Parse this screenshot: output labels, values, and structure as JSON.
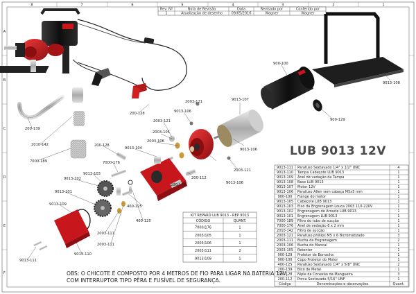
{
  "revision": {
    "headers": [
      "Rev. Nº",
      "Nota de Revisão",
      "Data",
      "Revisado por",
      "Conferido por"
    ],
    "row": [
      "1",
      "Atualização de desenho",
      "09/05/2016",
      "Wagner",
      "Wagner"
    ]
  },
  "product_title": "LUB 9013 12V",
  "parts": [
    {
      "code": "9013-111",
      "desc": "Parafuso Sextavado 1/4\" x 1/2\" UNC",
      "qty": "4"
    },
    {
      "code": "9013-110",
      "desc": "Tampa Cabeçote LUB 9013",
      "qty": "1"
    },
    {
      "code": "9013-109",
      "desc": "Anel de vedação da Tampa",
      "qty": "1"
    },
    {
      "code": "9013-108",
      "desc": "Base LUB 9013",
      "qty": "1"
    },
    {
      "code": "9013-107",
      "desc": "Motor 12V",
      "qty": "1"
    },
    {
      "code": "9013-106",
      "desc": "Parafuso Allen sem cabeça M5x5 mm",
      "qty": "1"
    },
    {
      "code": "900-100",
      "desc": "Flange do motor",
      "qty": "1"
    },
    {
      "code": "9013-105",
      "desc": "Cabeçote LUB 9013",
      "qty": "1"
    },
    {
      "code": "9013-103",
      "desc": "Eixo da Engrenagem Louca 2003 110-220V",
      "qty": "1"
    },
    {
      "code": "9013-102",
      "desc": "Engrenagem de Arraste LUB 9013",
      "qty": "1"
    },
    {
      "code": "9013-101",
      "desc": "Engrenagem LUB 9013",
      "qty": "1"
    },
    {
      "code": "7000-189",
      "desc": "Filtro do tubo de sucção",
      "qty": "1"
    },
    {
      "code": "7000-176",
      "desc": "Anel de vedação 8 x 2 mm",
      "qty": "1"
    },
    {
      "code": "2010-142",
      "desc": "Filtro de sucção",
      "qty": "1"
    },
    {
      "code": "2003-121",
      "desc": "Parafuso phillips M5 x 6 Bicromatizado",
      "qty": "3"
    },
    {
      "code": "2003-111",
      "desc": "Bucha da Engrenagem",
      "qty": "2"
    },
    {
      "code": "2003-106",
      "desc": "Bucha do Mancal",
      "qty": "1"
    },
    {
      "code": "2003-105",
      "desc": "Retentor",
      "qty": "1"
    },
    {
      "code": "900-129",
      "desc": "Protetor de Borracha",
      "qty": "1"
    },
    {
      "code": "900-100",
      "desc": "Copo Protetor do Motor",
      "qty": "1"
    },
    {
      "code": "400-125",
      "desc": "Parafuso Sextavado 1/4\" x 5/8\" UNC",
      "qty": "2"
    },
    {
      "code": "200-139",
      "desc": "Bico de Metal",
      "qty": "1"
    },
    {
      "code": "200-128",
      "desc": "Niple da Conexão da Mangueira",
      "qty": "3"
    },
    {
      "code": "200-112",
      "desc": "Porca Sextavada 5/16\" UNF",
      "qty": "1"
    }
  ],
  "parts_footer": [
    "Código",
    "Denominações  e  observações",
    "Quant."
  ],
  "kit": {
    "title": "KIT REPARO LUB 9013 - REP 9013",
    "headers": [
      "CÓDIGO",
      "QUANT."
    ],
    "rows": [
      {
        "code": "7000/176",
        "qty": "1"
      },
      {
        "code": "2003/105",
        "qty": "1"
      },
      {
        "code": "2003/106",
        "qty": "1"
      },
      {
        "code": "2003/111",
        "qty": "2"
      },
      {
        "code": "9013/109",
        "qty": "1"
      }
    ]
  },
  "obs": [
    "OBS: O CHICOTE É COMPOSTO POR 4 METROS DE FIO PARA LIGAR NA BATERIA 12V,",
    "COM INTERRUPTOR TIPO PÊRA E FUSÍVEL DE SEGURANÇA."
  ],
  "callouts": {
    "c_900_100": "900-100",
    "c_9013_108": "9013-108",
    "c_900_129": "900-129",
    "c_9013_107": "9013-107",
    "c_2003_121a": "2003-121",
    "c_9013_106a": "9013-106",
    "c_2003_121b": "2003-121",
    "c_2003_105": "2003-105",
    "c_2003_106": "2003-106",
    "c_9013_104": "9013-104",
    "c_9013_106b": "9013-106",
    "c_2003_121c": "2003-121",
    "c_9013_106c": "9013-106",
    "c_200_112": "200-112",
    "c_200_128a": "200-128",
    "c_200_128b": "200-128",
    "c_200_128c": "200-128",
    "c_200_139": "200-139",
    "c_2010_142": "2010-142",
    "c_7000_189": "7000-189",
    "c_7000_176": "7000-176",
    "c_9013_103": "9013-103",
    "c_9013_102": "9013-102",
    "c_9013_101": "9013-101",
    "c_9013_109": "9013-109",
    "c_2003_111a": "2003-111",
    "c_2003_111b": "2003-111",
    "c_9013_110": "9013-110",
    "c_9013_111": "9013-111",
    "c_400_125a": "400-125",
    "c_400_125b": "400-125"
  },
  "frame_marks": [
    "8",
    "7",
    "6",
    "5",
    "4",
    "3",
    "2",
    "1",
    "A",
    "B",
    "C",
    "D",
    "E",
    "F"
  ],
  "colors": {
    "red": "#c8161d",
    "black": "#1a1a1a",
    "steel": "#b9b9b9",
    "brass": "#c89a3a"
  }
}
